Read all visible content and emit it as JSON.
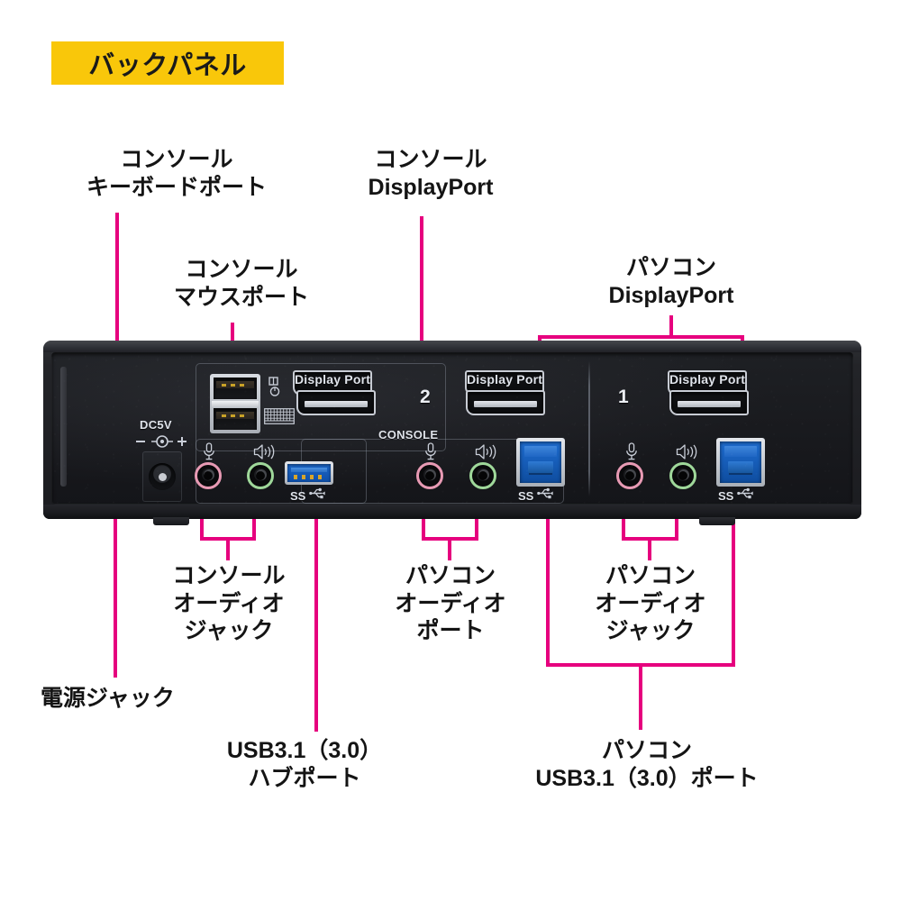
{
  "header": {
    "badge_label": "バックパネル"
  },
  "callouts": [
    {
      "id": "console-keyboard-port",
      "text": "コンソール\nキーボードポート"
    },
    {
      "id": "console-mouse-port",
      "text": "コンソール\nマウスポート"
    },
    {
      "id": "console-displayport",
      "text": "コンソール\nDisplayPort"
    },
    {
      "id": "pc-displayport",
      "text": "パソコン\nDisplayPort"
    },
    {
      "id": "console-audio-jack",
      "text": "コンソール\nオーディオ\nジャック"
    },
    {
      "id": "pc-audio-port",
      "text": "パソコン\nオーディオ\nポート"
    },
    {
      "id": "pc-audio-jack",
      "text": "パソコン\nオーディオ\nジャック"
    },
    {
      "id": "power-jack",
      "text": "電源ジャック"
    },
    {
      "id": "usb-hub-port",
      "text": "USB3.1（3.0）\nハブポート"
    },
    {
      "id": "pc-usb-port",
      "text": "パソコン\nUSB3.1（3.0）ポート"
    }
  ],
  "device": {
    "silkscreen": {
      "dc_label": "DC5V",
      "dc_polarity": "－ ＋",
      "console_label": "CONSOLE",
      "displayport_console": "Display Port",
      "displayport_2": "Display Port",
      "displayport_1": "Display Port",
      "port_number_2": "2",
      "port_number_1": "1",
      "superspeed_hub": "SS",
      "superspeed_2": "SS",
      "superspeed_1": "SS"
    },
    "icons": {
      "mouse": "mouse-icon",
      "keyboard": "keyboard-icon",
      "mic_console": "microphone-icon",
      "speaker_console": "speaker-icon",
      "mic_2": "microphone-icon",
      "speaker_2": "speaker-icon",
      "mic_1": "microphone-icon",
      "speaker_1": "speaker-icon",
      "usb_superspeed": "usb-superspeed-icon"
    },
    "jack_colors": {
      "microphone": "#e89ab4",
      "speaker": "#9fd89a"
    }
  },
  "colors": {
    "accent_badge": "#f9c70a",
    "leader_line": "#e6007e",
    "chassis": "#1e2024",
    "usb3_blue": "#1f6ed2",
    "text": "#141414"
  }
}
